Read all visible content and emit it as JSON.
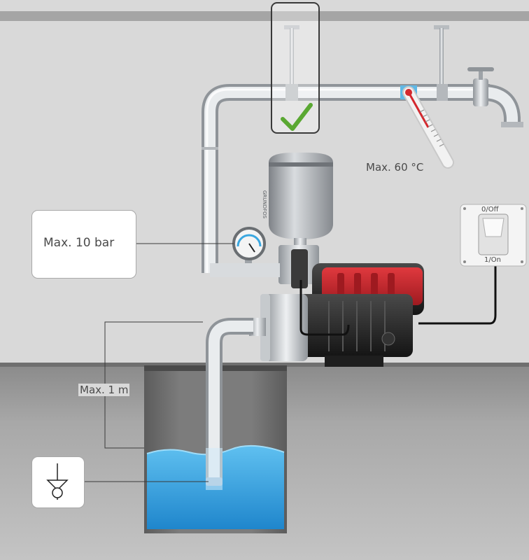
{
  "labels": {
    "max_pressure": "Max. 10 bar",
    "max_temperature": "Max. 60 °C",
    "max_suction_lift": "Max. 1 m",
    "switch_off": "0/Off",
    "switch_on": "1/On",
    "tank_brand": "GRUNDFOS"
  },
  "icons": {
    "approval": "check-icon",
    "non_return_valve": "non-return-valve-icon"
  },
  "colors": {
    "wall": "#d9d9d9",
    "floor": "#9e9e9e",
    "pipe": "#cfd3d7",
    "water": "#3aa7e0",
    "motor_red": "#c8262d",
    "motor_black": "#2a2a2a",
    "check_green": "#5aa832",
    "thermo_red": "#d4282e"
  }
}
